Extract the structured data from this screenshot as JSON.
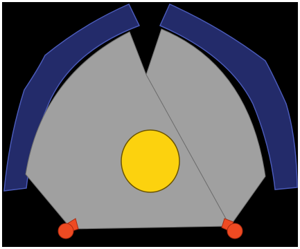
{
  "colors": {
    "frame": "#ffffff",
    "background": "#000000",
    "beam": "#a0a0a0",
    "beam_edge": "#6e6e6e",
    "detector": "#232b6a",
    "detector_edge": "#4a5ab8",
    "target": "#fcd20e",
    "target_edge": "#6b5400",
    "source": "#ee4a22",
    "source_edge": "#a82a10"
  },
  "components": {
    "left_source": "source-ball-icon",
    "right_source": "source-ball-icon",
    "target": "target-disc",
    "left_beam": "fan-beam",
    "right_beam": "fan-beam",
    "left_detector": "detector-arc",
    "right_detector": "detector-arc"
  }
}
